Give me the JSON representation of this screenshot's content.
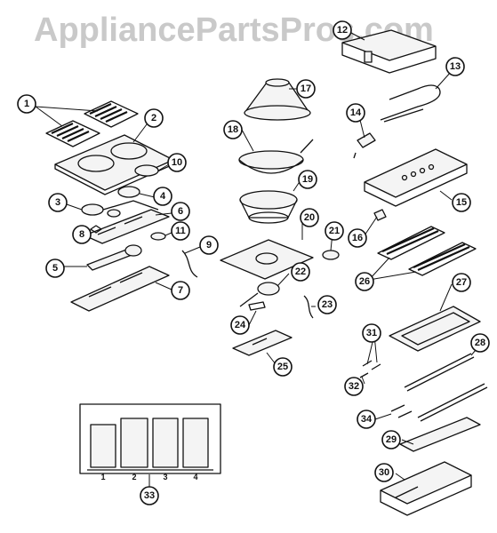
{
  "watermark": "AppliancePartsPros.com",
  "callouts": [
    "1",
    "2",
    "3",
    "4",
    "5",
    "6",
    "7",
    "8",
    "9",
    "10",
    "11",
    "12",
    "13",
    "14",
    "15",
    "16",
    "17",
    "18",
    "19",
    "20",
    "21",
    "22",
    "23",
    "24",
    "25",
    "26",
    "27",
    "28",
    "29",
    "30",
    "31",
    "32",
    "33",
    "34"
  ],
  "panel33": {
    "labels": [
      "1",
      "2",
      "3",
      "4"
    ]
  }
}
